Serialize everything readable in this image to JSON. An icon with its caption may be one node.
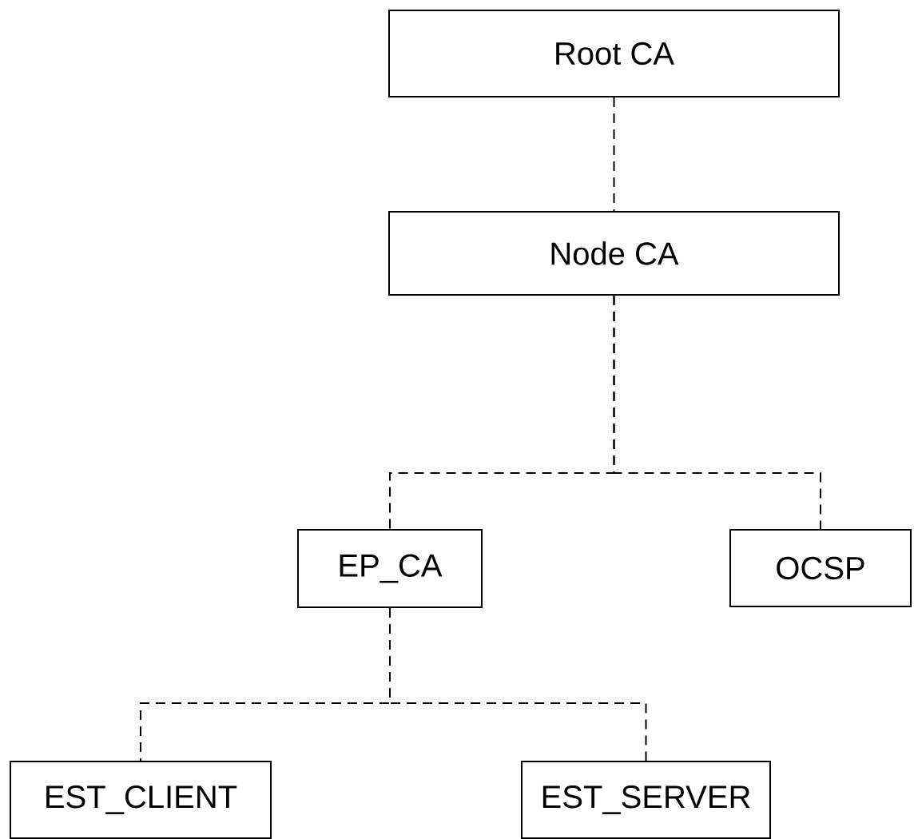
{
  "diagram": {
    "nodes": [
      {
        "text": [
          "Root CA"
        ]
      },
      {
        "text": [
          "Node CA"
        ]
      },
      {
        "text": [
          "EP_CA"
        ]
      },
      {
        "text": [
          "OCSP"
        ]
      },
      {
        "text": [
          "EST_CLIENT"
        ]
      },
      {
        "text": [
          "EST_SERVER"
        ]
      }
    ],
    "edges": [
      {
        "from": 0,
        "to": 1,
        "arrow": "none",
        "style": "dashed"
      },
      {
        "from": 1,
        "to": 2,
        "arrow": "none",
        "style": "dashed"
      },
      {
        "from": 1,
        "to": 3,
        "arrow": "none",
        "style": "dashed"
      },
      {
        "from": 2,
        "to": 4,
        "arrow": "none",
        "style": "dashed"
      },
      {
        "from": 2,
        "to": 5,
        "arrow": "none",
        "style": "dashed"
      }
    ]
  }
}
